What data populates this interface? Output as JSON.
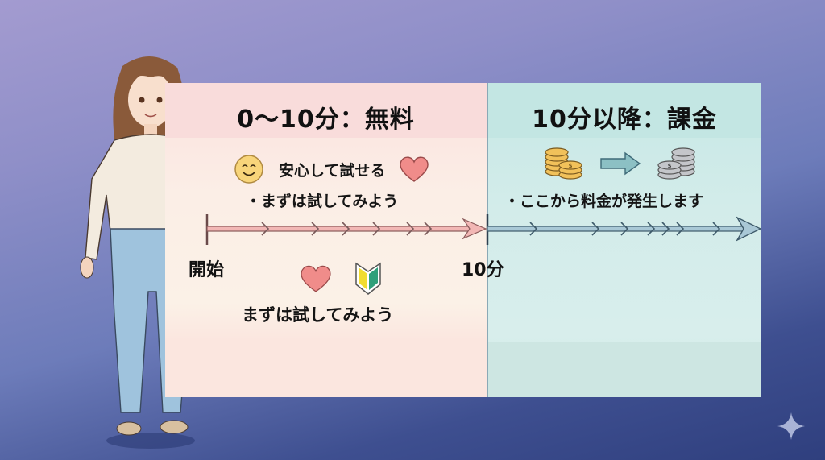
{
  "free_section": {
    "title": "0〜10分：無料",
    "feature": "安心して試せる",
    "bullet": "・まずは試してみよう",
    "bottom_caption": "まずは試してみよう",
    "color": "#f9dcdb",
    "icons": [
      "smiley-face-icon",
      "heart-icon",
      "beginner-mark-icon"
    ]
  },
  "paid_section": {
    "title": "10分以降：課金",
    "bullet": "・ここから料金が発生します",
    "color": "#c3e6e3",
    "icons": [
      "gold-coins-icon",
      "arrow-right-icon",
      "silver-coins-icon"
    ]
  },
  "timeline": {
    "start_label": "開始",
    "mid_label": "10分",
    "free_arrow_color": "#f2b7b5",
    "paid_arrow_color": "#a9c8d6"
  },
  "background": {
    "top_color": "#a39bd0",
    "bottom_color": "#2f3f7e"
  }
}
